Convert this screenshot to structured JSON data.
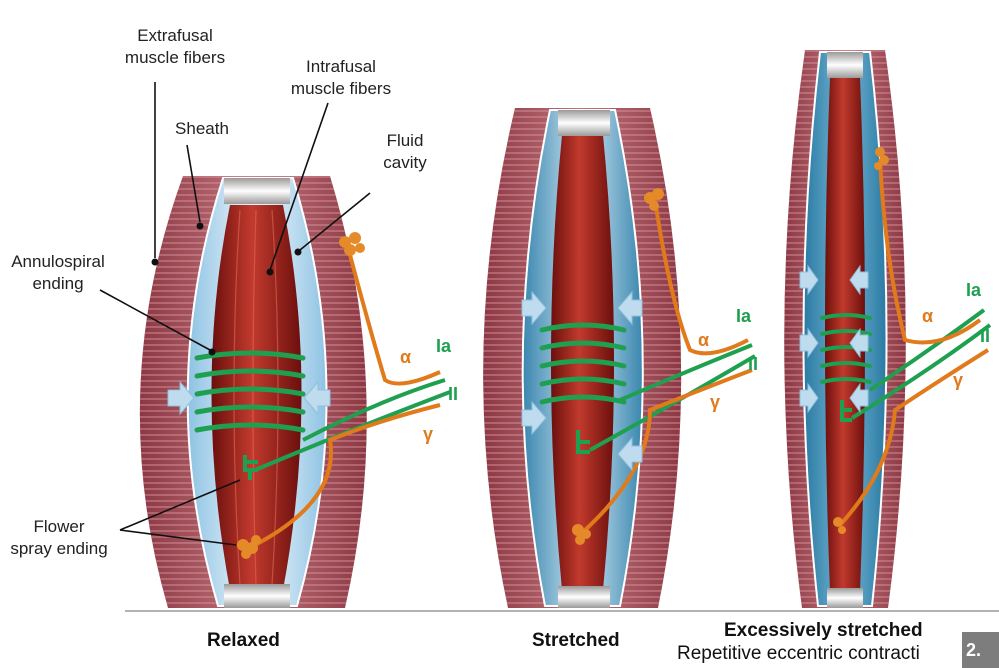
{
  "labels": {
    "extrafusal": "Extrafusal\nmuscle fibers",
    "intrafusal": "Intrafusal\nmuscle fibers",
    "sheath": "Sheath",
    "fluid_cavity": "Fluid\ncavity",
    "annulospiral": "Annulospiral\nending",
    "flower_spray": "Flower\nspray ending"
  },
  "nerve_labels": {
    "ia": "Ia",
    "ii": "II",
    "alpha": "α",
    "gamma": "γ"
  },
  "captions": {
    "relaxed": "Relaxed",
    "stretched": "Stretched",
    "excessive": "Excessively stretched",
    "excessive_sub": "Repetitive eccentric contracti"
  },
  "page_number": "2.",
  "colors": {
    "extrafusal": "#a9525c",
    "fluid": "#dcebf7",
    "fluid_dark": "#3d8db4",
    "intrafusal": "#9c1f1a",
    "ending_green": "#1fa050",
    "nerve_orange": "#e07a1b",
    "arrow_blue": "#bfdcef"
  }
}
